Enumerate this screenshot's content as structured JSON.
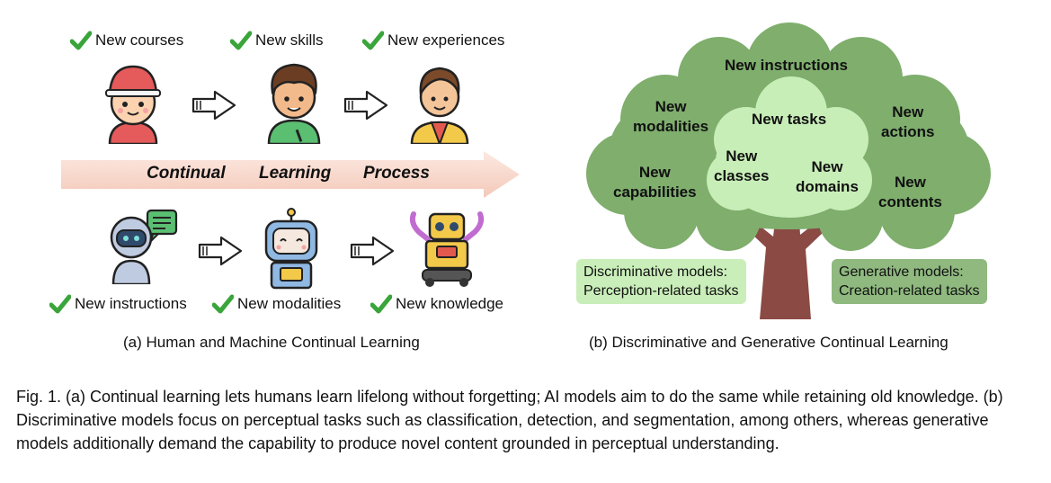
{
  "panel_a": {
    "top_labels": [
      "New courses",
      "New skills",
      "New experiences"
    ],
    "bottom_labels": [
      "New instructions",
      "New modalities",
      "New knowledge"
    ],
    "process_words": [
      "Continual",
      "Learning",
      "Process"
    ],
    "subtitle": "(a) Human and Machine Continual Learning"
  },
  "panel_b": {
    "outer": {
      "instructions": "New instructions",
      "modalities": [
        "New",
        "modalities"
      ],
      "actions": [
        "New",
        "actions"
      ],
      "capabilities": [
        "New",
        "capabilities"
      ],
      "contents": [
        "New",
        "contents"
      ]
    },
    "inner": {
      "tasks": "New tasks",
      "classes": [
        "New",
        "classes"
      ],
      "domains": [
        "New",
        "domains"
      ]
    },
    "discriminative_box": [
      "Discriminative models:",
      "Perception-related tasks"
    ],
    "generative_box": [
      "Generative models:",
      "Creation-related tasks"
    ],
    "subtitle": "(b) Discriminative and Generative Continual Learning"
  },
  "caption": {
    "text": "Fig. 1.  (a) Continual learning lets humans learn lifelong without forgetting; AI models aim to do the same while retaining old knowledge. (b) Discriminative models focus on perceptual tasks such as classification, detection, and segmentation, among others, whereas generative models additionally demand the capability to produce novel content grounded in perceptual understanding."
  },
  "colors": {
    "check_green": "#3aa53a",
    "tree_dark": "#7fae6d",
    "tree_light": "#c8eeb8",
    "trunk": "#8b4a44",
    "disc_box": "#c9eeb9",
    "gen_box": "#8fb97f",
    "banner": "#f7d9ce"
  }
}
